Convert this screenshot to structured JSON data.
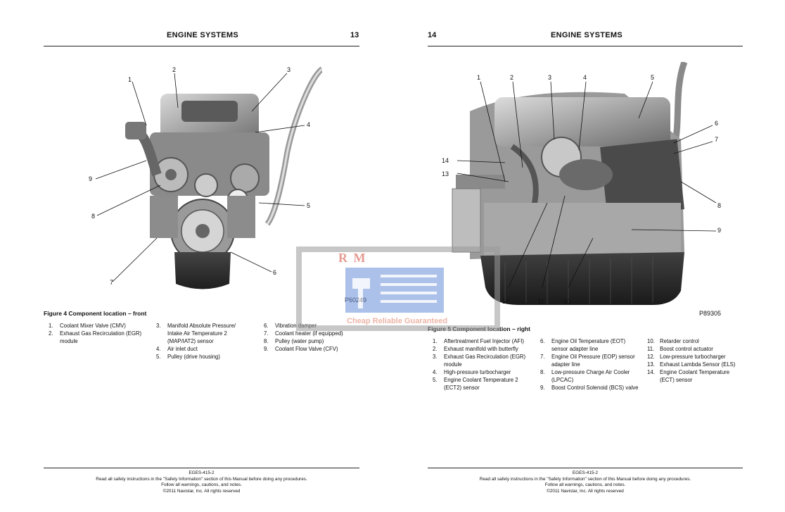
{
  "left": {
    "header": "ENGINE SYSTEMS",
    "page_number": "13",
    "figure_id": "P60249",
    "caption": "Figure 4   Component location – front",
    "callouts": [
      "1",
      "2",
      "3",
      "4",
      "5",
      "6",
      "7",
      "8",
      "9"
    ],
    "legend_col1": [
      {
        "n": "1.",
        "t": "Coolant Mixer Valve (CMV)"
      },
      {
        "n": "2.",
        "t": "Exhaust Gas Recirculation (EGR) module"
      }
    ],
    "legend_col2": [
      {
        "n": "3.",
        "t": "Manifold Absolute Pressure/ Intake Air Temperature 2 (MAP/IAT2) sensor"
      },
      {
        "n": "4.",
        "t": "Air inlet duct"
      },
      {
        "n": "5.",
        "t": "Pulley (drive housing)"
      }
    ],
    "legend_col3": [
      {
        "n": "6.",
        "t": "Vibration damper"
      },
      {
        "n": "7.",
        "t": "Coolant heater (if equipped)"
      },
      {
        "n": "8.",
        "t": "Pulley (water pump)"
      },
      {
        "n": "9.",
        "t": "Coolant Flow Valve (CFV)"
      }
    ],
    "footer": {
      "code": "EGES-415-2",
      "line1": "Read all safety instructions in the \"Safety Information\" section of this Manual before doing any procedures.",
      "line2": "Follow all warnings, cautions, and notes.",
      "line3": "©2011 Navistar, Inc. All rights reserved"
    }
  },
  "right": {
    "header": "ENGINE SYSTEMS",
    "page_number": "14",
    "figure_id": "P89305",
    "caption": "Figure 5   Component location – right",
    "callouts": [
      "1",
      "2",
      "3",
      "4",
      "5",
      "6",
      "7",
      "8",
      "9",
      "10",
      "11",
      "12",
      "13",
      "14"
    ],
    "legend_col1": [
      {
        "n": "1.",
        "t": "Aftertreatment Fuel Injector (AFI)"
      },
      {
        "n": "2.",
        "t": "Exhaust manifold with butterfly"
      },
      {
        "n": "3.",
        "t": "Exhaust Gas Recirculation (EGR) module"
      },
      {
        "n": "4.",
        "t": "High-pressure turbocharger"
      },
      {
        "n": "5.",
        "t": "Engine Coolant Temperature 2 (ECT2) sensor"
      }
    ],
    "legend_col2": [
      {
        "n": "6.",
        "t": "Engine Oil Temperature (EOT) sensor adapter line"
      },
      {
        "n": "7.",
        "t": "Engine Oil Pressure (EOP) sensor adapter line"
      },
      {
        "n": "8.",
        "t": "Low-pressure Charge Air Cooler (LPCAC)"
      },
      {
        "n": "9.",
        "t": "Boost Control Solenoid (BCS) valve"
      }
    ],
    "legend_col3": [
      {
        "n": "10.",
        "t": "Retarder control"
      },
      {
        "n": "11.",
        "t": "Boost control actuator"
      },
      {
        "n": "12.",
        "t": "Low-pressure turbocharger"
      },
      {
        "n": "13.",
        "t": "Exhaust Lambda Sensor (ELS)"
      },
      {
        "n": "14.",
        "t": "Engine Coolant Temperature (ECT) sensor"
      }
    ],
    "footer": {
      "code": "EGES-415-2",
      "line1": "Read all safety instructions in the \"Safety Information\" section of this Manual before doing any procedures.",
      "line2": "Follow all warnings, cautions, and notes.",
      "line3": "©2011 Navistar, Inc. All rights reserved"
    }
  },
  "watermark": {
    "brand": "R M",
    "tagline": "Cheap Reliable Guaranteed"
  }
}
